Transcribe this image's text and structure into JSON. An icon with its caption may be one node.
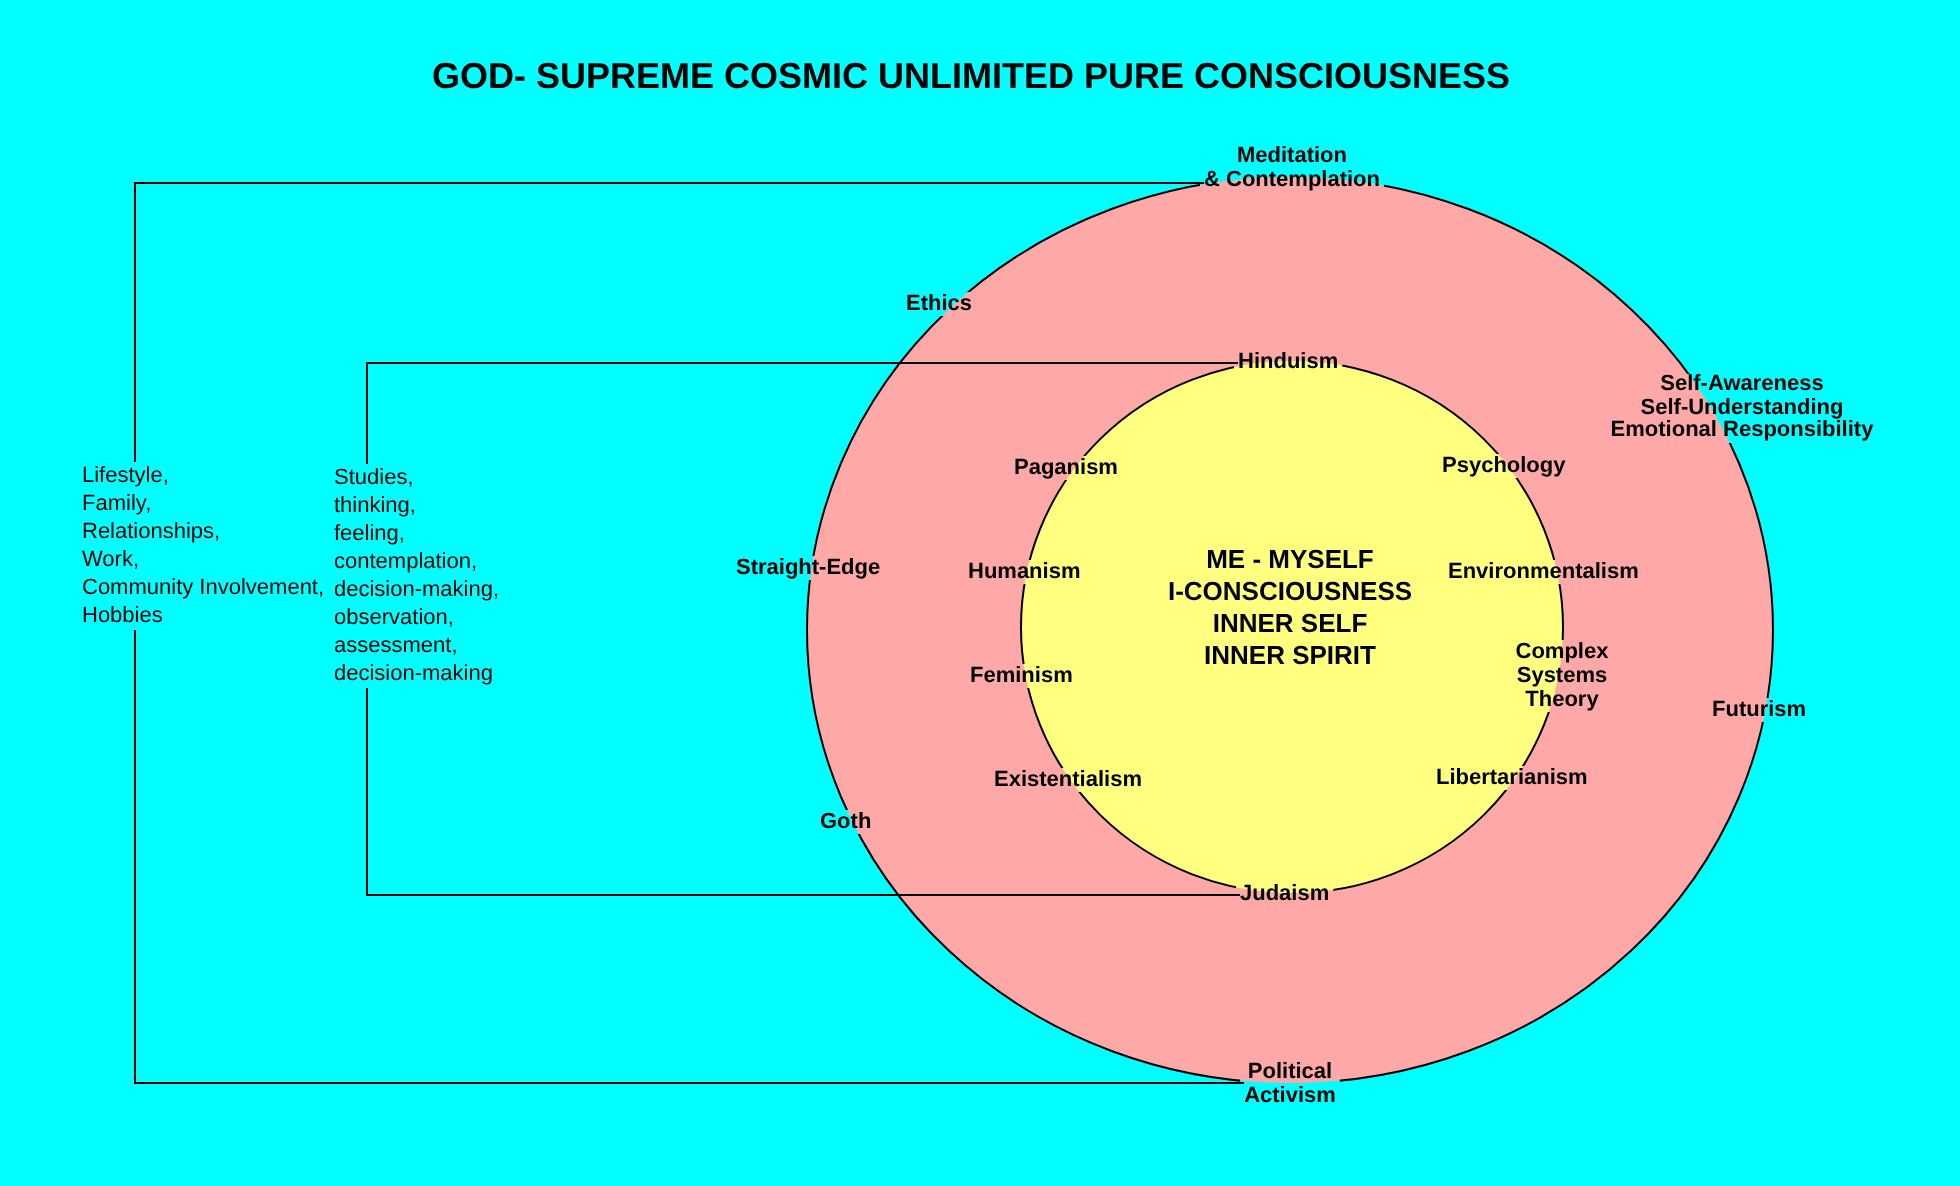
{
  "diagram": {
    "title": "GOD- SUPREME COSMIC UNLIMITED PURE CONSCIOUSNESS",
    "nodes": [
      {
        "text": [
          "Meditation & Contemplation"
        ]
      },
      {
        "text": [],
        "shape": "circle"
      },
      {
        "text": [
          "Hinduism"
        ],
        "in": 1
      },
      {
        "text": [
          "ME - MYSELF I-CONSCIOUSNESS INNER SELF INNER SPIRIT"
        ],
        "in": 1
      },
      {
        "text": [
          "Lifestyle, Family, Relationships, Work, Community Involvement, Hobbies"
        ]
      },
      {
        "text": [
          "Studies, thinking, feeling, contemplation, decision-making, observation, assessment, decision-making"
        ]
      },
      {
        "text": [
          "Judaism"
        ],
        "in": 1
      },
      {
        "text": [
          "Political Activism"
        ]
      }
    ],
    "edges": [
      {
        "from": 4,
        "to": 0,
        "arrow": "none"
      },
      {
        "from": 4,
        "to": 7,
        "arrow": "none"
      },
      {
        "from": 5,
        "to": 2,
        "arrow": "none"
      },
      {
        "from": 5,
        "to": 6,
        "arrow": "none"
      }
    ],
    "labels": [
      "Ethics",
      "Self-Awareness Self-Understanding Emotional Responsibility",
      "Paganism",
      "Psychology",
      "Straight-Edge",
      "Humanism",
      "Environmentalism",
      "Feminism",
      "Complex Systems Theory",
      "Futurism",
      "Existentialism",
      "Libertarianism",
      "Goth"
    ]
  }
}
